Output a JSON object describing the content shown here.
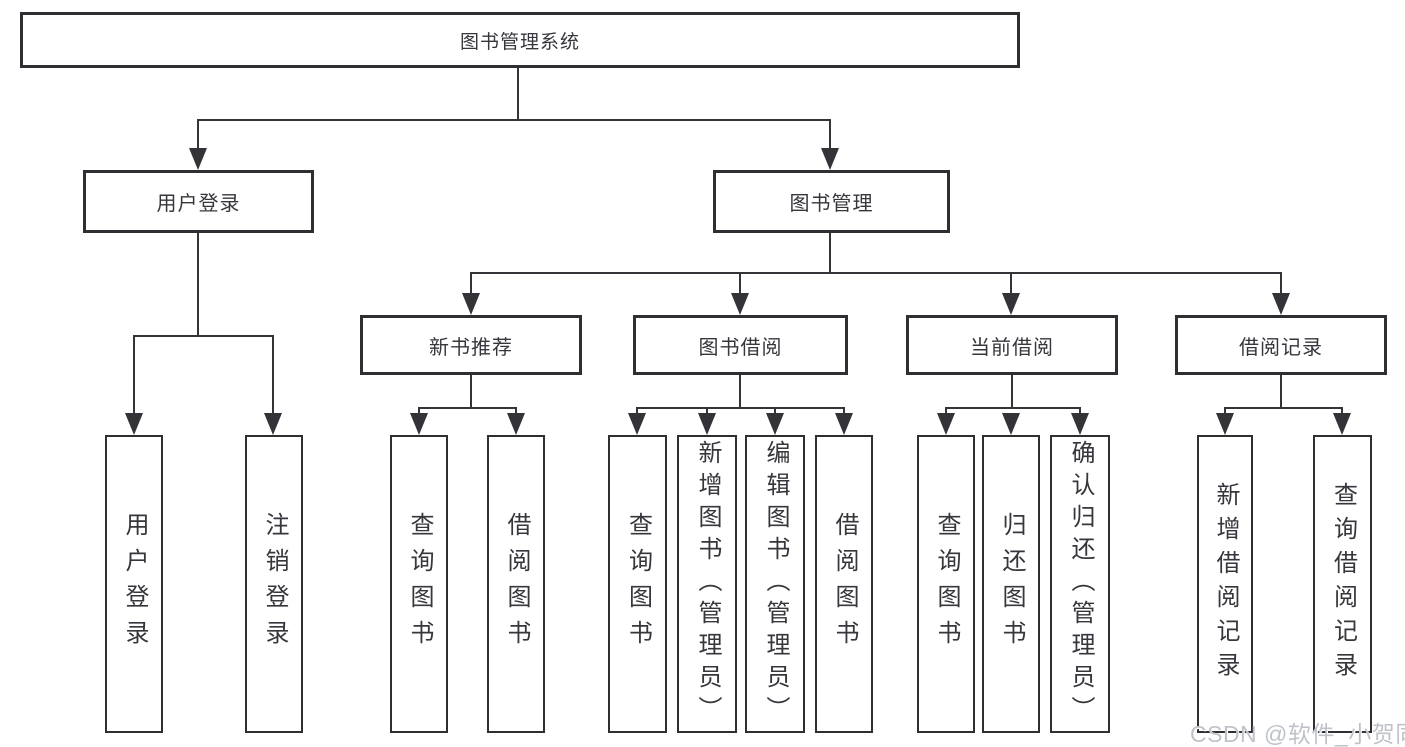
{
  "tree": {
    "label": "图书管理系统",
    "children": [
      {
        "label": "用户登录",
        "children": [
          {
            "label": "用户登录"
          },
          {
            "label": "注销登录"
          }
        ]
      },
      {
        "label": "图书管理",
        "children": [
          {
            "label": "新书推荐",
            "children": [
              {
                "label": "查询图书"
              },
              {
                "label": "借阅图书"
              }
            ]
          },
          {
            "label": "图书借阅",
            "children": [
              {
                "label": "查询图书"
              },
              {
                "label": "新增图书（管理员）"
              },
              {
                "label": "编辑图书（管理员）"
              },
              {
                "label": "借阅图书"
              }
            ]
          },
          {
            "label": "当前借阅",
            "children": [
              {
                "label": "查询图书"
              },
              {
                "label": "归还图书"
              },
              {
                "label": "确认归还（管理员）"
              }
            ]
          },
          {
            "label": "借阅记录",
            "children": [
              {
                "label": "新增借阅记录"
              },
              {
                "label": "查询借阅记录"
              }
            ]
          }
        ]
      }
    ]
  },
  "watermark": {
    "text": "CSDN @软件_小贺同学"
  },
  "colors": {
    "line": "#333338",
    "box_border": "#2f2f33",
    "text": "#36363c",
    "watermark": "#bfc3c9",
    "background": "#ffffff"
  }
}
